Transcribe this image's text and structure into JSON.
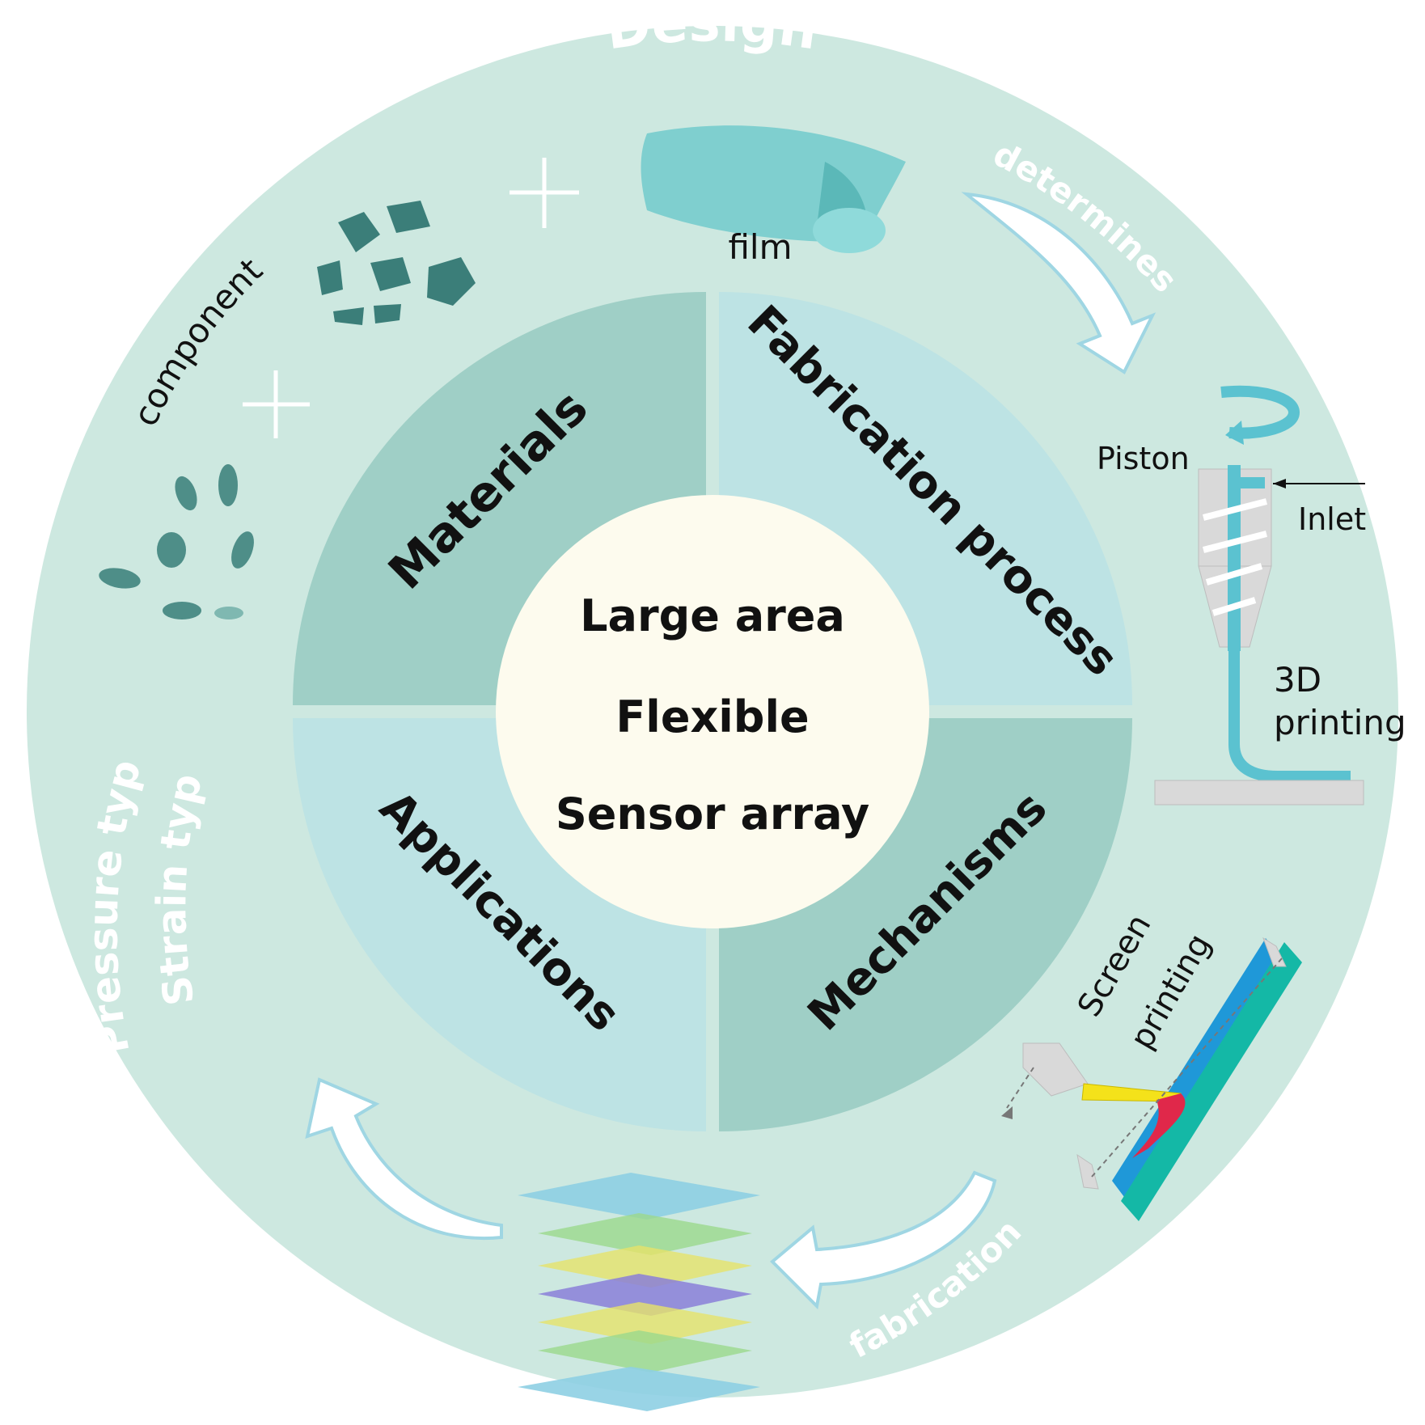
{
  "outer_ring": {
    "title": "Design",
    "arrow_labels": {
      "determines": "determines",
      "fabrication": "fabrication"
    },
    "items": {
      "film": "film",
      "component": "component",
      "strain_type": "Strain type",
      "pressure_type": "Pressure type",
      "screen_printing_line1": "Screen",
      "screen_printing_line2": "printing",
      "piston": "Piston",
      "inlet": "Inlet",
      "printing_3d_line1": "3D",
      "printing_3d_line2": "printing"
    }
  },
  "quadrants": {
    "materials": "Materials",
    "fabrication_process": "Fabrication process",
    "applications": "Applications",
    "mechanisms": "Mechanisms"
  },
  "center": {
    "line1": "Large area",
    "line2": "Flexible",
    "line3": "Sensor array"
  },
  "colors": {
    "outer_ring": "#cde8e0",
    "quadrant_dark": "#9fcfc6",
    "quadrant_light": "#bde3e4",
    "center": "#fdfbee",
    "accent_teal": "#3b7e79",
    "nozzle_blue": "#5bc2d0",
    "white_text": "#ffffff"
  }
}
